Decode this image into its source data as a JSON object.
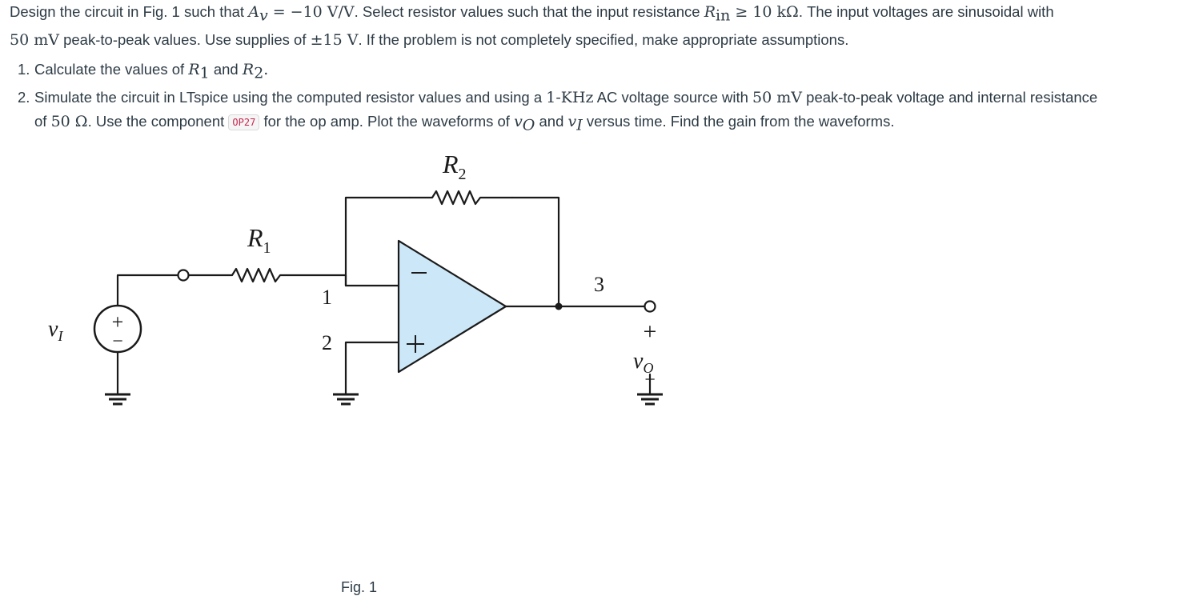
{
  "problem": {
    "p1_a": "Design the circuit in Fig. 1 such that ",
    "av_sym": "A",
    "av_sub": "v",
    "p1_eq": " = −10 V/V",
    "p1_b": ". Select resistor values such that the input resistance ",
    "rin_sym": "R",
    "rin_sub": "in",
    "p1_rin_val": " ≥ 10 kΩ",
    "p1_c": ". The input voltages are sinusoidal with",
    "p1_vpp": "50 mV",
    "p1_d": " peak-to-peak values. Use supplies of ",
    "p1_supply": "±15 V",
    "p1_e": ". If the problem is not completely specified, make appropriate assumptions."
  },
  "list": {
    "item1_num": "1.",
    "item1_a": "Calculate the values of ",
    "item1_r1": "R",
    "item1_r1_sub": "1",
    "item1_and": " and ",
    "item1_r2": "R",
    "item1_r2_sub": "2",
    "item1_end": ".",
    "item2_num": "2.",
    "item2_a": "Simulate the circuit in LTspice using the computed resistor values and using a ",
    "item2_freq": "1-KHz",
    "item2_b": " AC voltage source with ",
    "item2_vpp": "50 mV",
    "item2_c": " peak-to-peak voltage and internal resistance",
    "item2_d": "of ",
    "item2_res": "50 Ω",
    "item2_e": ". Use the component ",
    "item2_component": "OP27",
    "item2_f": " for the op amp. Plot the waveforms of ",
    "item2_vo": "v",
    "item2_vo_sub": "O",
    "item2_g": " and ",
    "item2_vi": "v",
    "item2_vi_sub": "I",
    "item2_h": " versus time. Find the gain from the waveforms."
  },
  "figure": {
    "r2_label": "R",
    "r2_sub": "2",
    "r1_label": "R",
    "r1_sub": "1",
    "node1": "1",
    "node2": "2",
    "node3": "3",
    "vi_label": "v",
    "vi_sub": "I",
    "vo_label": "v",
    "vo_sub": "O",
    "plus": "+",
    "minus": "−",
    "opamp_minus": "−",
    "opamp_plus": "+",
    "opamp_fill": "#cce8f8",
    "caption": "Fig. 1"
  }
}
